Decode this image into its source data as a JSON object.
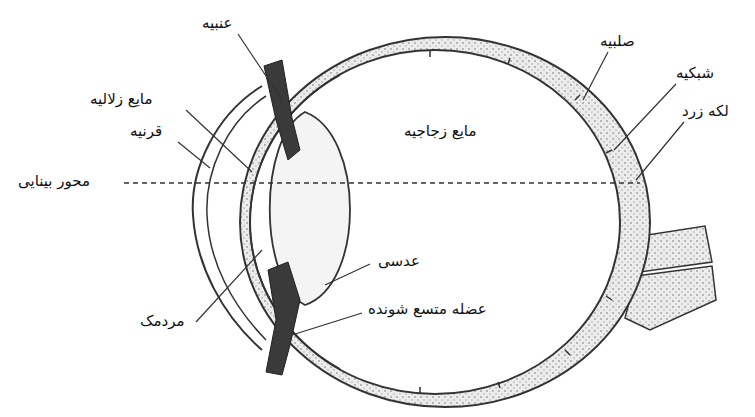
{
  "diagram": {
    "labels": [
      "عنبیه",
      "صلبیه",
      "شبکیه",
      "لکه زرد",
      "مایع زلالیه",
      "قرنیه",
      "محور بینایی",
      "مایع زجاجیه",
      "عدسی",
      "مردمک",
      "عضله متسع شونده"
    ]
  }
}
